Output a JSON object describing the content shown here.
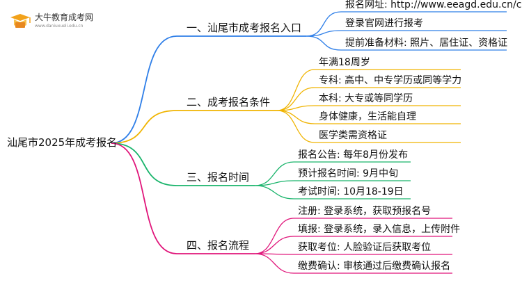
{
  "logo": {
    "title": "大牛教育成考网",
    "url": "www.daniuxueli.edu.cn"
  },
  "root": {
    "label": "汕尾市2025年成考报名"
  },
  "branches": [
    {
      "label": "一、汕尾市成考报名入口",
      "color": "#2f7fe8",
      "leaves": [
        "报名网址: http://www.eeagd.edu.cn/cr",
        "登录官网进行报考",
        "提前准备材料: 照片、居住证、资格证"
      ]
    },
    {
      "label": "二、成考报名条件",
      "color": "#f0b400",
      "leaves": [
        "年满18周岁",
        "专科: 高中、中专学历或同等学力",
        "本科: 大专或等同学历",
        "身体健康，生活能自理",
        "医学类需资格证"
      ]
    },
    {
      "label": "三、报名时间",
      "color": "#19b46b",
      "leaves": [
        "报名公告: 每年8月份发布",
        "预计报名时间: 9月中旬",
        "考试时间: 10月18-19日"
      ]
    },
    {
      "label": "四、报名流程",
      "color": "#e0157a",
      "leaves": [
        "注册: 登录系统，获取预报名号",
        "填报: 登录系统，录入信息，上传附件",
        "获取考位: 人脸验证后获取考位",
        "缴费确认: 审核通过后缴费确认报名"
      ]
    }
  ]
}
